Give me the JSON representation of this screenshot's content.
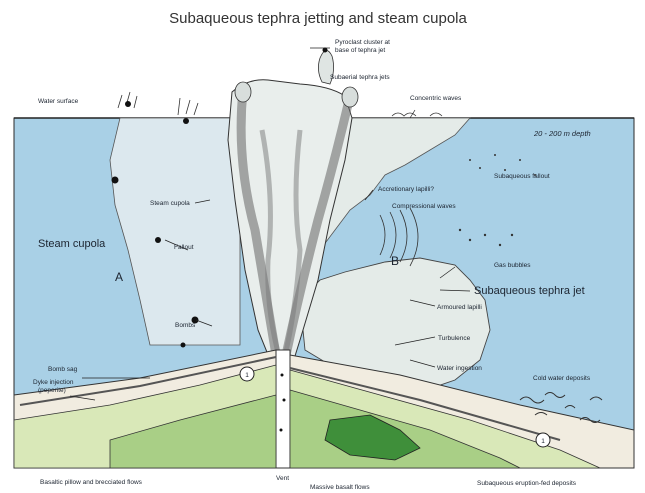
{
  "title": "Subaqueous tephra jetting and steam cupola",
  "depth_label": "20 - 200 m depth",
  "colors": {
    "water": "#a9d0e6",
    "water_deep": "#8fc0dc",
    "tephra": "#e6ecea",
    "light_green": "#d9e8b8",
    "mid_green": "#a9cf86",
    "dark_green": "#3f8f3a",
    "sediment": "#f1ece0",
    "outline": "#2a2a2a"
  },
  "labels": {
    "pyroclast_cluster": "Pyroclast cluster at",
    "pyroclast_cluster_2": "base of tephra jet",
    "subaerial_jets": "Subaerial tephra jets",
    "water_surface": "Water surface",
    "concentric_waves": "Concentric waves",
    "subaqueous_fallout": "Subaqueous fallout",
    "accretionary_lapilli": "Accretionary lapilli?",
    "compressional_waves": "Compressional waves",
    "steam_cupola_small": "Steam cupola",
    "steam_cupola_big": "Steam cupola",
    "fallout": "Fallout",
    "letter_a": "A",
    "letter_b": "B",
    "gas_bubbles": "Gas bubbles",
    "subaqueous_jet": "Subaqueous tephra jet",
    "armoured_lapilli": "Armoured lapilli",
    "bombs": "Bombs",
    "turbulence": "Turbulence",
    "bomb_sag": "Bomb sag",
    "dyke_injection": "Dyke injection",
    "dyke_injection_2": "(peperite)",
    "water_ingestion": "Water ingestion",
    "cold_water_deposits": "Cold water deposits",
    "basaltic_pillow": "Basaltic pillow and brecciated flows",
    "vent": "Vent",
    "massive_basalt": "Massive basalt flows",
    "subaqueous_deposits": "Subaqueous eruption-fed deposits",
    "marker_1": "1"
  }
}
